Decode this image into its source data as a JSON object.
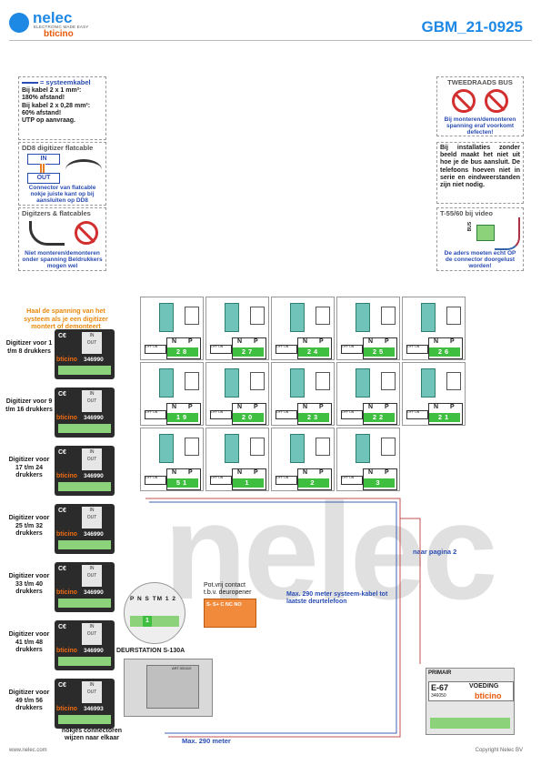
{
  "header": {
    "brand": "nelec",
    "tagline": "ELECTRONIC MADE EASY",
    "partner": "bticino",
    "doc_code": "GBM_21-0925"
  },
  "notes": {
    "systeemkabel": {
      "title": "= systeemkabel",
      "lines": [
        "Bij kabel 2 x 1 mm²:",
        "180% afstand!",
        "Bij kabel 2 x 0,28 mm²:",
        "60% afstand!",
        "UTP op aanvraag."
      ]
    },
    "dd8": {
      "title": "DD8 digitizer flatcable",
      "in": "IN",
      "out": "OUT",
      "caption": "Connector van flatcable nokje juiste kant op bij aansluiten op DD8"
    },
    "digitizers": {
      "title": "Digitzers & flatcables",
      "caption": "Niet monteren/demonteren onder spanning Beldrukkers mogen wel"
    },
    "tweedraads": {
      "title": "TWEEDRAADS BUS",
      "caption": "Bij monteren/demonteren spanning eraf voorkomt defecten!"
    },
    "installaties": {
      "text": "Bij installaties zonder beeld maakt het niet uit hoe je de bus aansluit. De telefoons hoeven niet in serie en eindweerstanden zijn niet nodig."
    },
    "t55": {
      "title": "T-55/60 bij video",
      "bus": "BUS",
      "caption": "De aders moeten echt OP de connector doorgelust worden!"
    }
  },
  "power_note": "Haal de spanning van het systeem als je een digitizer montert of demonteert",
  "digitizers": [
    {
      "label": "Digitizer voor 1 t/m 8 drukkers",
      "code": "346990"
    },
    {
      "label": "Digitizer voor 9 t/m 16 drukkers",
      "code": "346990"
    },
    {
      "label": "Digitizer voor 17 t/m 24 drukkers",
      "code": "346990"
    },
    {
      "label": "Digitizer voor 25 t/m 32 drukkers",
      "code": "346990"
    },
    {
      "label": "Digitizer voor 33 t/m 40 drukkers",
      "code": "346990"
    },
    {
      "label": "Digitizer voor 41 t/m 48 drukkers",
      "code": "346990"
    },
    {
      "label": "Digitizer voor 49 t/m 56 drukkers",
      "code": "346993"
    }
  ],
  "digitizer_brand": "bticino",
  "digitizer_ce": "C€",
  "digitizer_io": [
    "IN",
    "OUT"
  ],
  "phones": {
    "switch_label": "OFF ON",
    "n": "N",
    "p": "P",
    "row1": [
      "28",
      "27",
      "24",
      "25",
      "26"
    ],
    "row2": [
      "19",
      "20",
      "23",
      "22",
      "21"
    ],
    "row3": [
      "51",
      "1",
      "2",
      "3"
    ]
  },
  "door": {
    "connector_pins": [
      "P",
      "N",
      "S",
      "TM",
      "1",
      "2"
    ],
    "connector_num": "1",
    "label": "DEURSTATION S-130A",
    "contact": "Pot.vrij contact t.b.v. deuropener",
    "contact_pins": "S-  S+ C NC NO",
    "code": "ART.331110"
  },
  "labels": {
    "max290_system": "Max. 290 meter systeem-kabel tot laatste deurtelefoon",
    "max290": "Max. 290 meter",
    "next_page": "naar pagina 2",
    "nokjes": "nokjes connectoren wijzen naar elkaar"
  },
  "psu": {
    "primair": "PRIMAIR",
    "model": "E-67",
    "voeding": "VOEDING",
    "brand": "bticino",
    "code": "346050"
  },
  "footer": {
    "website": "www.nelec.com",
    "copyright": "Copyright Nelec BV"
  },
  "colors": {
    "accent": "#1e88e5",
    "brand_orange": "#e8590c",
    "warning": "#d32f2f",
    "label_blue": "#2a4db3",
    "power_note": "#e8890c"
  }
}
